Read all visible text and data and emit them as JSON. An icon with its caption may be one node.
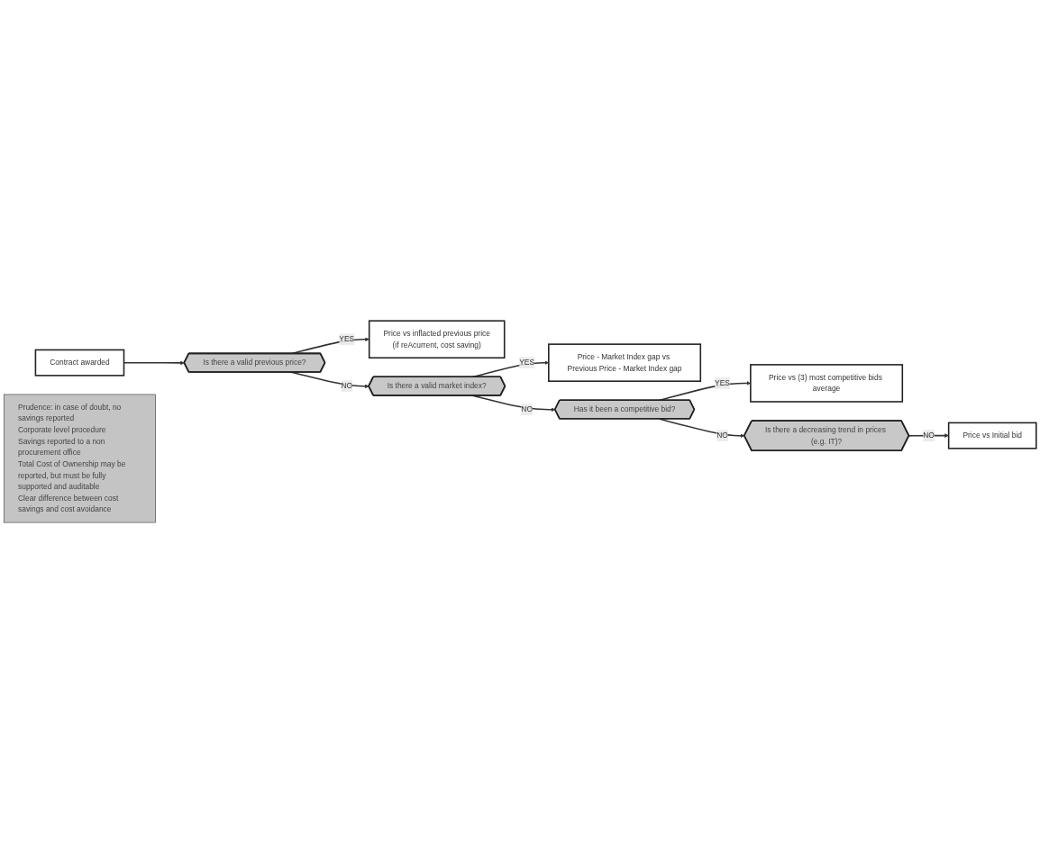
{
  "diagram": {
    "nodes": [
      {
        "text": [
          "Contract awarded"
        ]
      },
      {
        "text": [
          "Is there a valid previous price?"
        ]
      },
      {
        "text": [
          "Price vs inflacted previous price",
          "(if reAcurrent, cost saving)"
        ]
      },
      {
        "text": [
          "Prudence: in case of doubt, no savings reported",
          "Corporate level procedure",
          "Savings reported to a non procurement office",
          "Total Cost of Ownership may be reported, but must be fully supported and auditable",
          "Clear difference between cost savings and cost avoidance"
        ]
      },
      {
        "text": [
          "Is there a valid market index?"
        ]
      },
      {
        "text": [
          "Price - Market Index gap vs Previous Price - Market Index gap"
        ]
      },
      {
        "text": [
          "Has it been a competitive bid?"
        ]
      },
      {
        "text": [
          "Price vs (3) most competitive bids average"
        ]
      },
      {
        "text": [
          "Is there a decreasing trend in prices (e.g. IT)?"
        ]
      },
      {
        "text": [
          "Price vs Initial bid"
        ]
      }
    ],
    "edges": [
      {
        "from": 0,
        "to": 1,
        "arrow": "to"
      },
      {
        "from": 1,
        "to": 2,
        "label": "YES",
        "arrow": "to"
      },
      {
        "from": 1,
        "to": 4,
        "label": "NO",
        "arrow": "to"
      },
      {
        "from": 4,
        "to": 5,
        "label": "YES",
        "arrow": "to"
      },
      {
        "from": 4,
        "to": 6,
        "label": "NO",
        "arrow": "to"
      },
      {
        "from": 6,
        "to": 7,
        "label": "YES",
        "arrow": "to"
      },
      {
        "from": 6,
        "to": 8,
        "label": "NO",
        "arrow": "to"
      },
      {
        "from": 8,
        "to": 9,
        "label": "NO",
        "arrow": "to"
      }
    ]
  }
}
